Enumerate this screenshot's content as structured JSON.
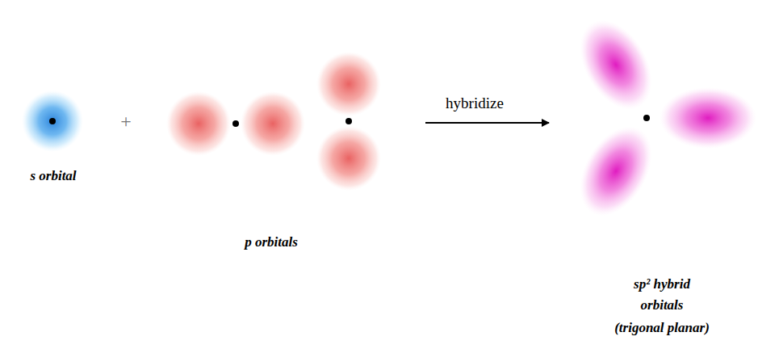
{
  "diagram": {
    "labels": [
      "s orbital",
      "+",
      "hybridize",
      "p orbitals",
      "sp² hybrid orbitals",
      "(trigonal planar)"
    ]
  }
}
